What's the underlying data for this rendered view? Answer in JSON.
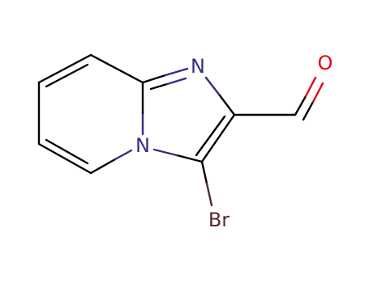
{
  "molecule": {
    "atoms": {
      "n_ring": {
        "label": "N",
        "color": "#30307f"
      },
      "n_bridge": {
        "label": "N",
        "color": "#30307f"
      },
      "oxygen": {
        "label": "O",
        "color": "#e8000e"
      },
      "bromine": {
        "label": "Br",
        "color": "#5a2a2a"
      }
    },
    "colors": {
      "carbon_bond": "#000000",
      "nitrogen_bond": "#30307f",
      "bromine_bond": "#5a2a2a",
      "oxygen_bond": "#e8000e"
    }
  }
}
